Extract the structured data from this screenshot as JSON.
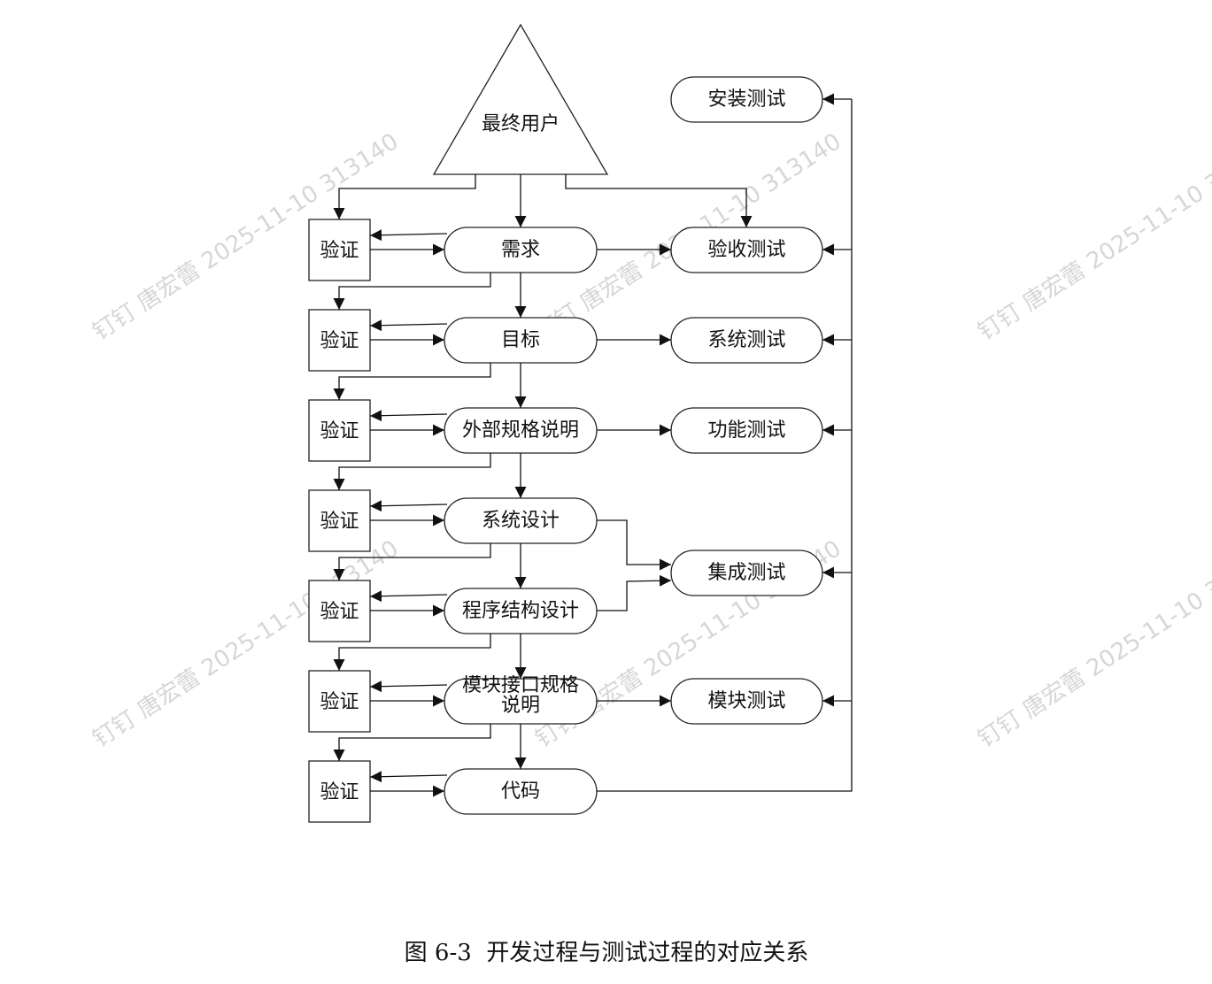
{
  "diagram": {
    "end_user": "最终用户",
    "verify_label": "验证",
    "dev_steps": [
      "需求",
      "目标",
      "外部规格说明",
      "系统设计",
      "程序结构设计",
      "模块接口规格说明",
      "代码"
    ],
    "test_steps": [
      "安装测试",
      "验收测试",
      "系统测试",
      "功能测试",
      "集成测试",
      "模块测试"
    ]
  },
  "caption": "图 6-3  开发过程与测试过程的对应关系",
  "watermark": "钉钉 唐宏蕾 2025-11-10 313140"
}
